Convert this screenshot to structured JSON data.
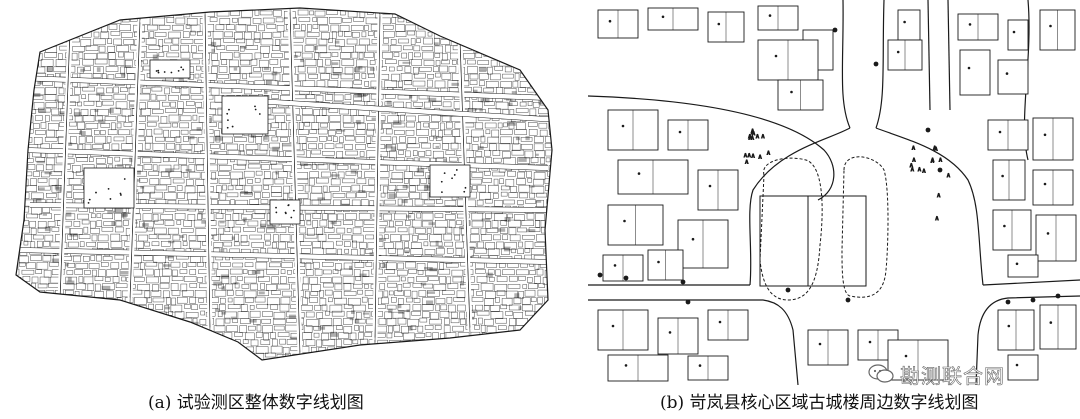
{
  "figure": {
    "panels": [
      {
        "id": "a",
        "caption": "(a) 试验测区整体数字线划图",
        "kind": "line-map",
        "subject": "整体数字线划图"
      },
      {
        "id": "b",
        "caption": "(b) 岢岚县核心区域古城楼周边数字线划图",
        "kind": "line-map",
        "subject": "古城楼周边数字线划图"
      }
    ],
    "watermark": {
      "text": "勘测联合网",
      "icon": "wechat-icon"
    },
    "colors": {
      "ink": "#1a1a1a",
      "background": "#ffffff"
    }
  }
}
